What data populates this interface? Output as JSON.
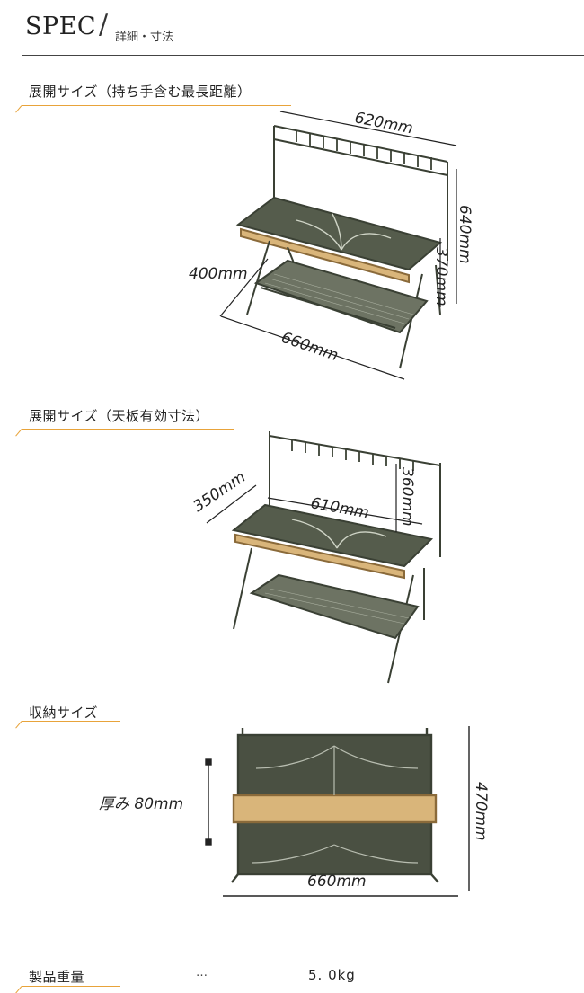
{
  "header": {
    "title": "SPEC",
    "slash": "/",
    "subtitle": "詳細・寸法"
  },
  "sections": {
    "expanded_full": {
      "label": "展開サイズ（持ち手含む最長距離）",
      "dims": {
        "width": "620mm",
        "height": "640mm",
        "shelf_height": "370mm",
        "depth": "400mm",
        "length": "660mm"
      }
    },
    "expanded_top": {
      "label": "展開サイズ（天板有効寸法）",
      "dims": {
        "depth": "350mm",
        "width": "610mm",
        "height": "360mm"
      }
    },
    "stored": {
      "label": "収納サイズ",
      "dims": {
        "thickness": "厚み 80mm",
        "height": "470mm",
        "width": "660mm"
      }
    },
    "weight": {
      "label": "製品重量",
      "dots": "…",
      "value": "5. 0kg"
    }
  },
  "colors": {
    "accent": "#e8a33a",
    "frame": "#3a4034",
    "wood": "#d9b57a",
    "text": "#222222"
  }
}
